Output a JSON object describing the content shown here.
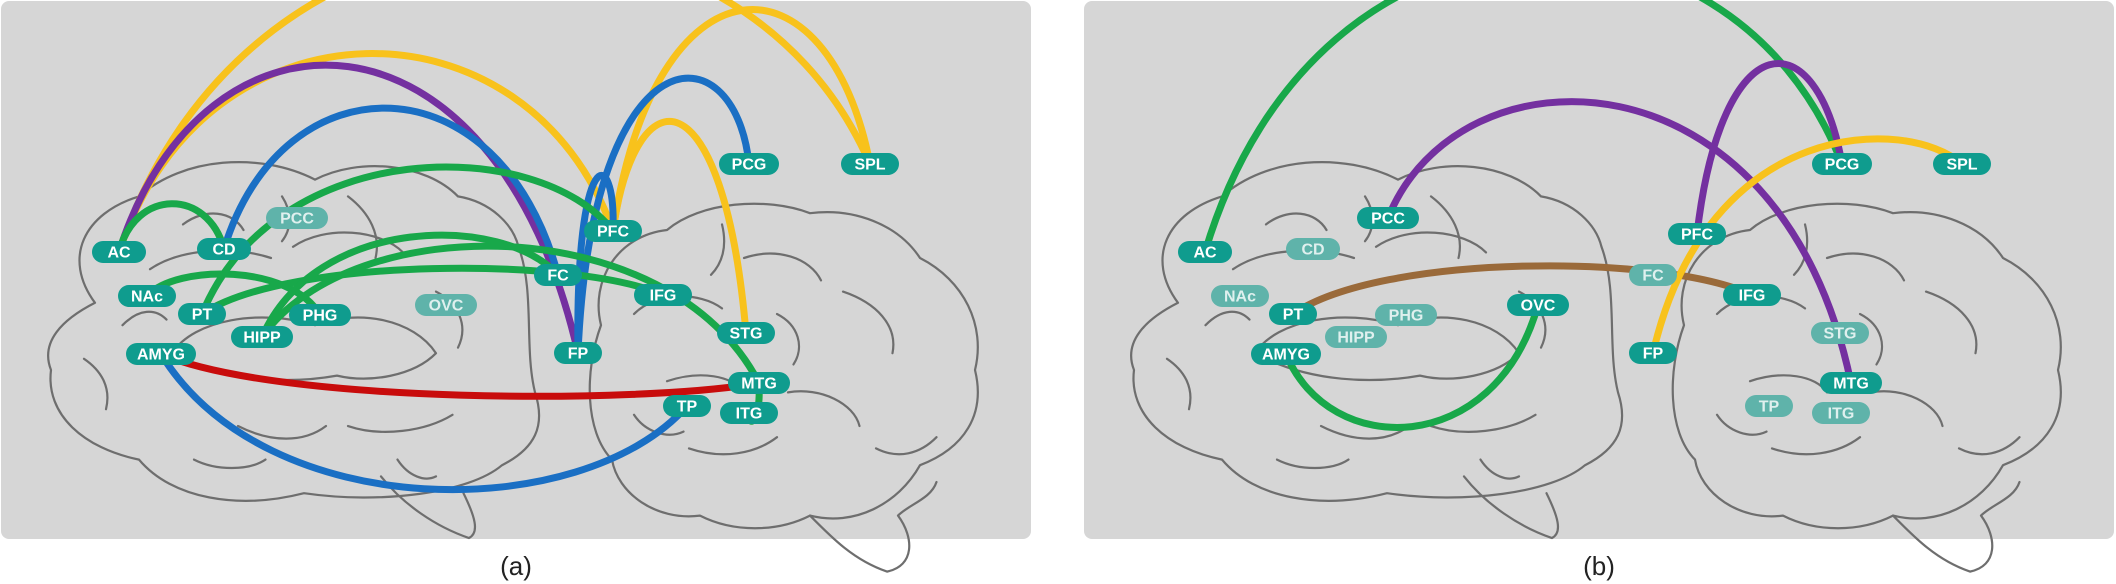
{
  "colors": {
    "panel_bg": "#d6d6d6",
    "active_node": "#0f9c8e",
    "inactive_node": "#5fb3aa",
    "yellow": "#f8c21c",
    "purple": "#7430a0",
    "blue": "#1a6fc4",
    "green": "#18a84a",
    "red": "#c80c0c",
    "brown": "#9a6a3a"
  },
  "panels": [
    {
      "caption": "(a)",
      "nodes": [
        {
          "id": "AC",
          "label": "AC",
          "active": true
        },
        {
          "id": "CD",
          "label": "CD",
          "active": true
        },
        {
          "id": "PCC",
          "label": "PCC",
          "active": false
        },
        {
          "id": "NAc",
          "label": "NAc",
          "active": true
        },
        {
          "id": "PT",
          "label": "PT",
          "active": true
        },
        {
          "id": "PHG",
          "label": "PHG",
          "active": true
        },
        {
          "id": "HIPP",
          "label": "HIPP",
          "active": true
        },
        {
          "id": "AMYG",
          "label": "AMYG",
          "active": true
        },
        {
          "id": "OVC",
          "label": "OVC",
          "active": false
        },
        {
          "id": "PFC",
          "label": "PFC",
          "active": true
        },
        {
          "id": "FC",
          "label": "FC",
          "active": true
        },
        {
          "id": "IFG",
          "label": "IFG",
          "active": true
        },
        {
          "id": "FP",
          "label": "FP",
          "active": true
        },
        {
          "id": "PCG",
          "label": "PCG",
          "active": true
        },
        {
          "id": "SPL",
          "label": "SPL",
          "active": true
        },
        {
          "id": "STG",
          "label": "STG",
          "active": true
        },
        {
          "id": "MTG",
          "label": "MTG",
          "active": true
        },
        {
          "id": "TP",
          "label": "TP",
          "active": true
        },
        {
          "id": "ITG",
          "label": "ITG",
          "active": true
        }
      ],
      "connections": [
        {
          "from": "AC",
          "to": "SPL",
          "color": "yellow"
        },
        {
          "from": "AC",
          "to": "PFC",
          "color": "yellow"
        },
        {
          "from": "PFC",
          "to": "SPL",
          "color": "yellow"
        },
        {
          "from": "PFC",
          "to": "STG",
          "color": "yellow"
        },
        {
          "from": "AC",
          "to": "FP",
          "color": "purple"
        },
        {
          "from": "CD",
          "to": "FC",
          "color": "blue"
        },
        {
          "from": "PFC",
          "to": "FP",
          "color": "blue"
        },
        {
          "from": "PCG",
          "to": "FP",
          "color": "blue"
        },
        {
          "from": "AMYG",
          "to": "TP",
          "color": "blue"
        },
        {
          "from": "AC",
          "to": "CD",
          "color": "green"
        },
        {
          "from": "NAc",
          "to": "PHG",
          "color": "green"
        },
        {
          "from": "PT",
          "to": "IFG",
          "color": "green"
        },
        {
          "from": "HIPP",
          "to": "FC",
          "color": "green"
        },
        {
          "from": "PFC",
          "to": "PT",
          "color": "green"
        },
        {
          "from": "HIPP",
          "to": "MTG",
          "color": "green"
        },
        {
          "from": "MTG",
          "to": "ITG",
          "color": "green"
        },
        {
          "from": "AMYG",
          "to": "MTG",
          "color": "red"
        }
      ]
    },
    {
      "caption": "(b)",
      "nodes": [
        {
          "id": "AC",
          "label": "AC",
          "active": true
        },
        {
          "id": "CD",
          "label": "CD",
          "active": false
        },
        {
          "id": "PCC",
          "label": "PCC",
          "active": true
        },
        {
          "id": "NAc",
          "label": "NAc",
          "active": false
        },
        {
          "id": "PT",
          "label": "PT",
          "active": true
        },
        {
          "id": "PHG",
          "label": "PHG",
          "active": false
        },
        {
          "id": "HIPP",
          "label": "HIPP",
          "active": false
        },
        {
          "id": "AMYG",
          "label": "AMYG",
          "active": true
        },
        {
          "id": "OVC",
          "label": "OVC",
          "active": true
        },
        {
          "id": "PFC",
          "label": "PFC",
          "active": true
        },
        {
          "id": "FC",
          "label": "FC",
          "active": false
        },
        {
          "id": "IFG",
          "label": "IFG",
          "active": true
        },
        {
          "id": "FP",
          "label": "FP",
          "active": true
        },
        {
          "id": "PCG",
          "label": "PCG",
          "active": true
        },
        {
          "id": "SPL",
          "label": "SPL",
          "active": true
        },
        {
          "id": "STG",
          "label": "STG",
          "active": false
        },
        {
          "id": "MTG",
          "label": "MTG",
          "active": true
        },
        {
          "id": "TP",
          "label": "TP",
          "active": false
        },
        {
          "id": "ITG",
          "label": "ITG",
          "active": false
        }
      ],
      "connections": [
        {
          "from": "AC",
          "to": "PCG",
          "color": "green"
        },
        {
          "from": "PCC",
          "to": "MTG",
          "color": "purple"
        },
        {
          "from": "PFC",
          "to": "PCG",
          "color": "purple"
        },
        {
          "from": "PT",
          "to": "IFG",
          "color": "brown"
        },
        {
          "from": "AMYG",
          "to": "OVC",
          "color": "green"
        },
        {
          "from": "FP",
          "to": "SPL",
          "color": "yellow"
        }
      ]
    }
  ]
}
